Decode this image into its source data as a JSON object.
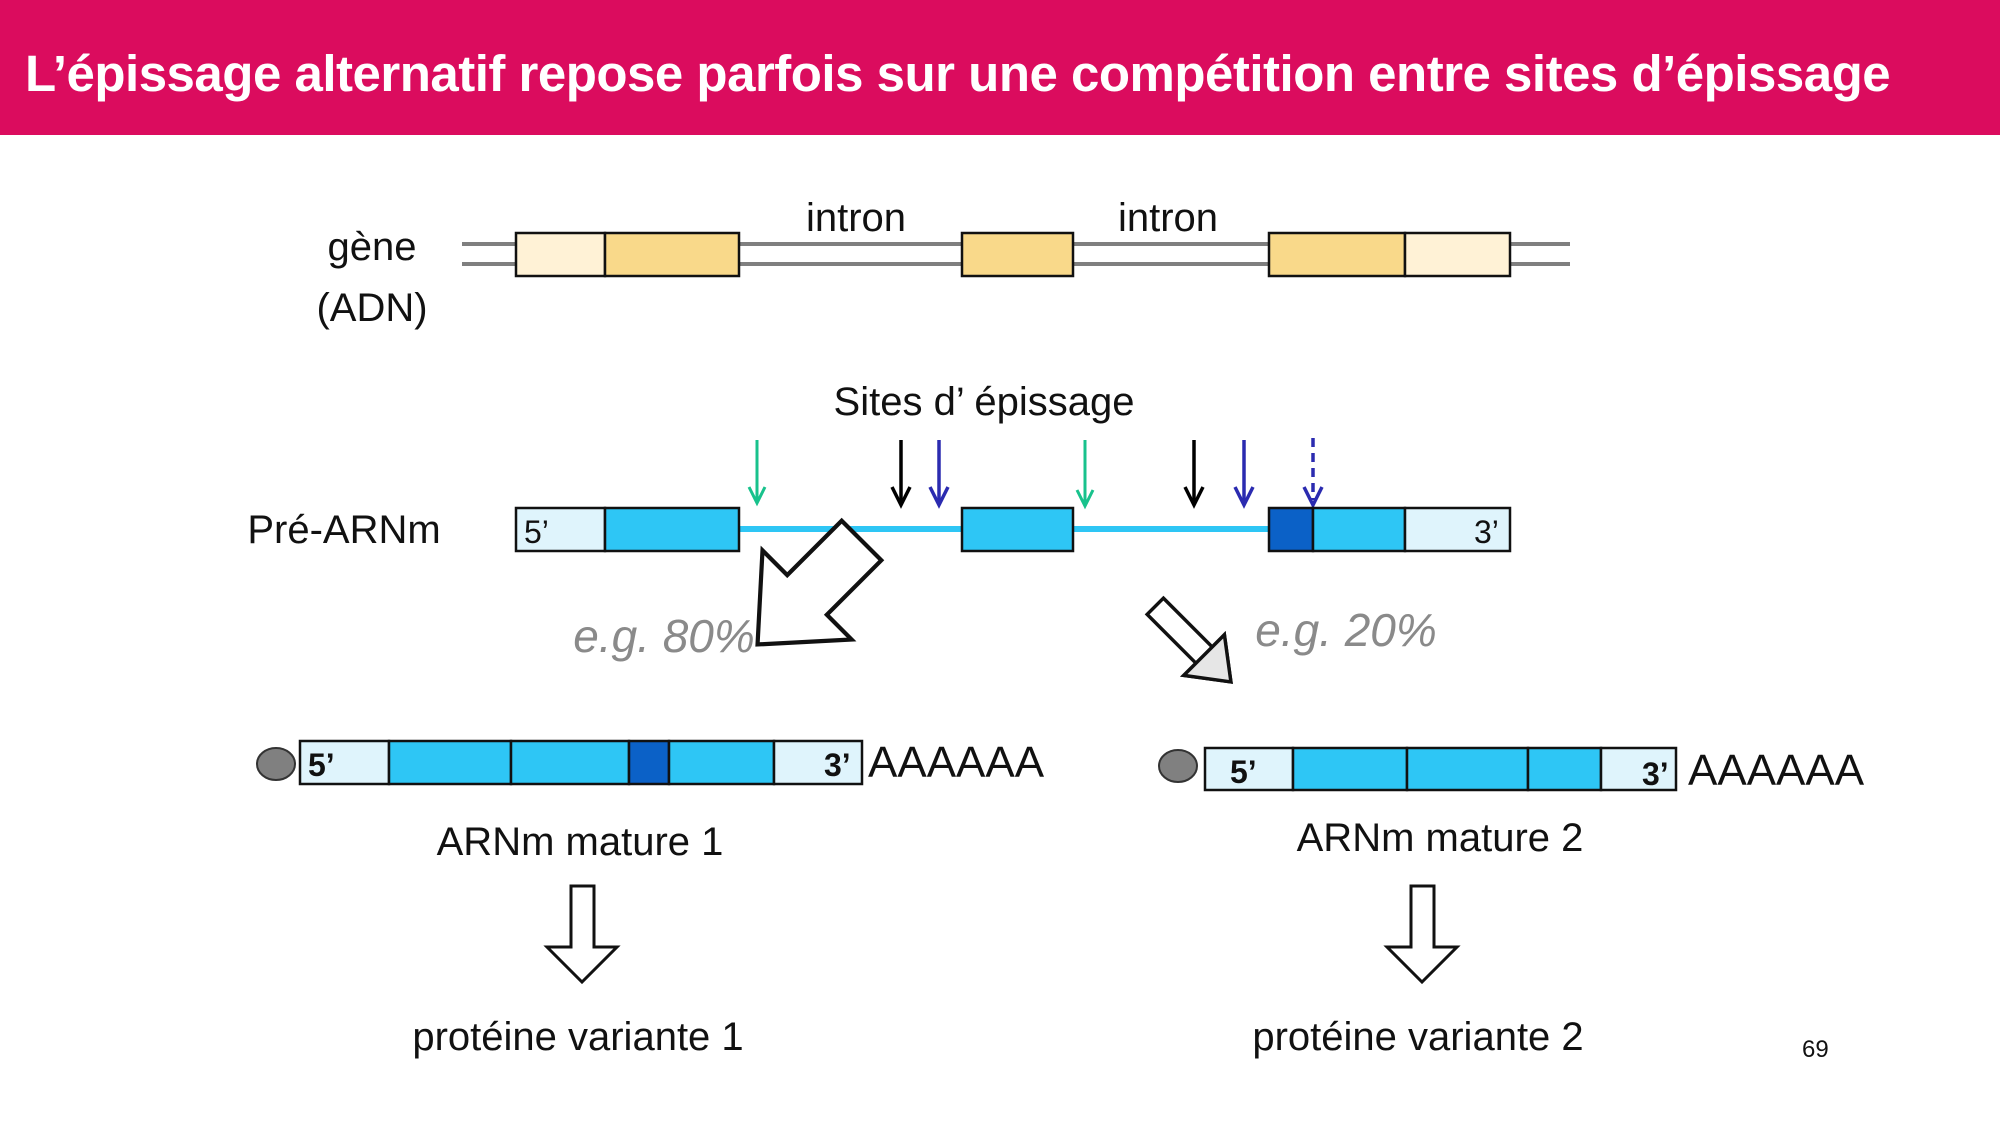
{
  "slide": {
    "title": "L’épissage alternatif repose parfois sur une compétition entre sites d’épissage",
    "page_number": "69",
    "accent_color": "#db0c5e"
  },
  "gene": {
    "label_line1": "gène",
    "label_line2": "(ADN)",
    "intron1_label": "intron",
    "intron2_label": "intron",
    "utr_color": "#fff2d6",
    "exon_color": "#f9d98a"
  },
  "splice_sites": {
    "label": "Sites d’ épissage",
    "arrow_colors": [
      "#18c28c",
      "#000000",
      "#2b2bb0",
      "#18c28c",
      "#000000",
      "#2b2bb0",
      "#2b2bb0"
    ]
  },
  "pre_mrna": {
    "label": "Pré-ARNm",
    "five_prime": "5’",
    "three_prime": "3’",
    "exon_color": "#2ec6f5",
    "alt_exon_color": "#0b61c7",
    "utr_color": "#dff4fc"
  },
  "pathway1": {
    "percent": "e.g. 80%",
    "five_prime": "5’",
    "three_prime": "3’",
    "poly_a": "AAAAAA",
    "label": "ARNm mature 1",
    "protein": "protéine variante 1"
  },
  "pathway2": {
    "percent": "e.g. 20%",
    "five_prime": "5’",
    "three_prime": "3’",
    "poly_a": "AAAAAA",
    "label": "ARNm mature 2",
    "protein": "protéine variante 2"
  }
}
